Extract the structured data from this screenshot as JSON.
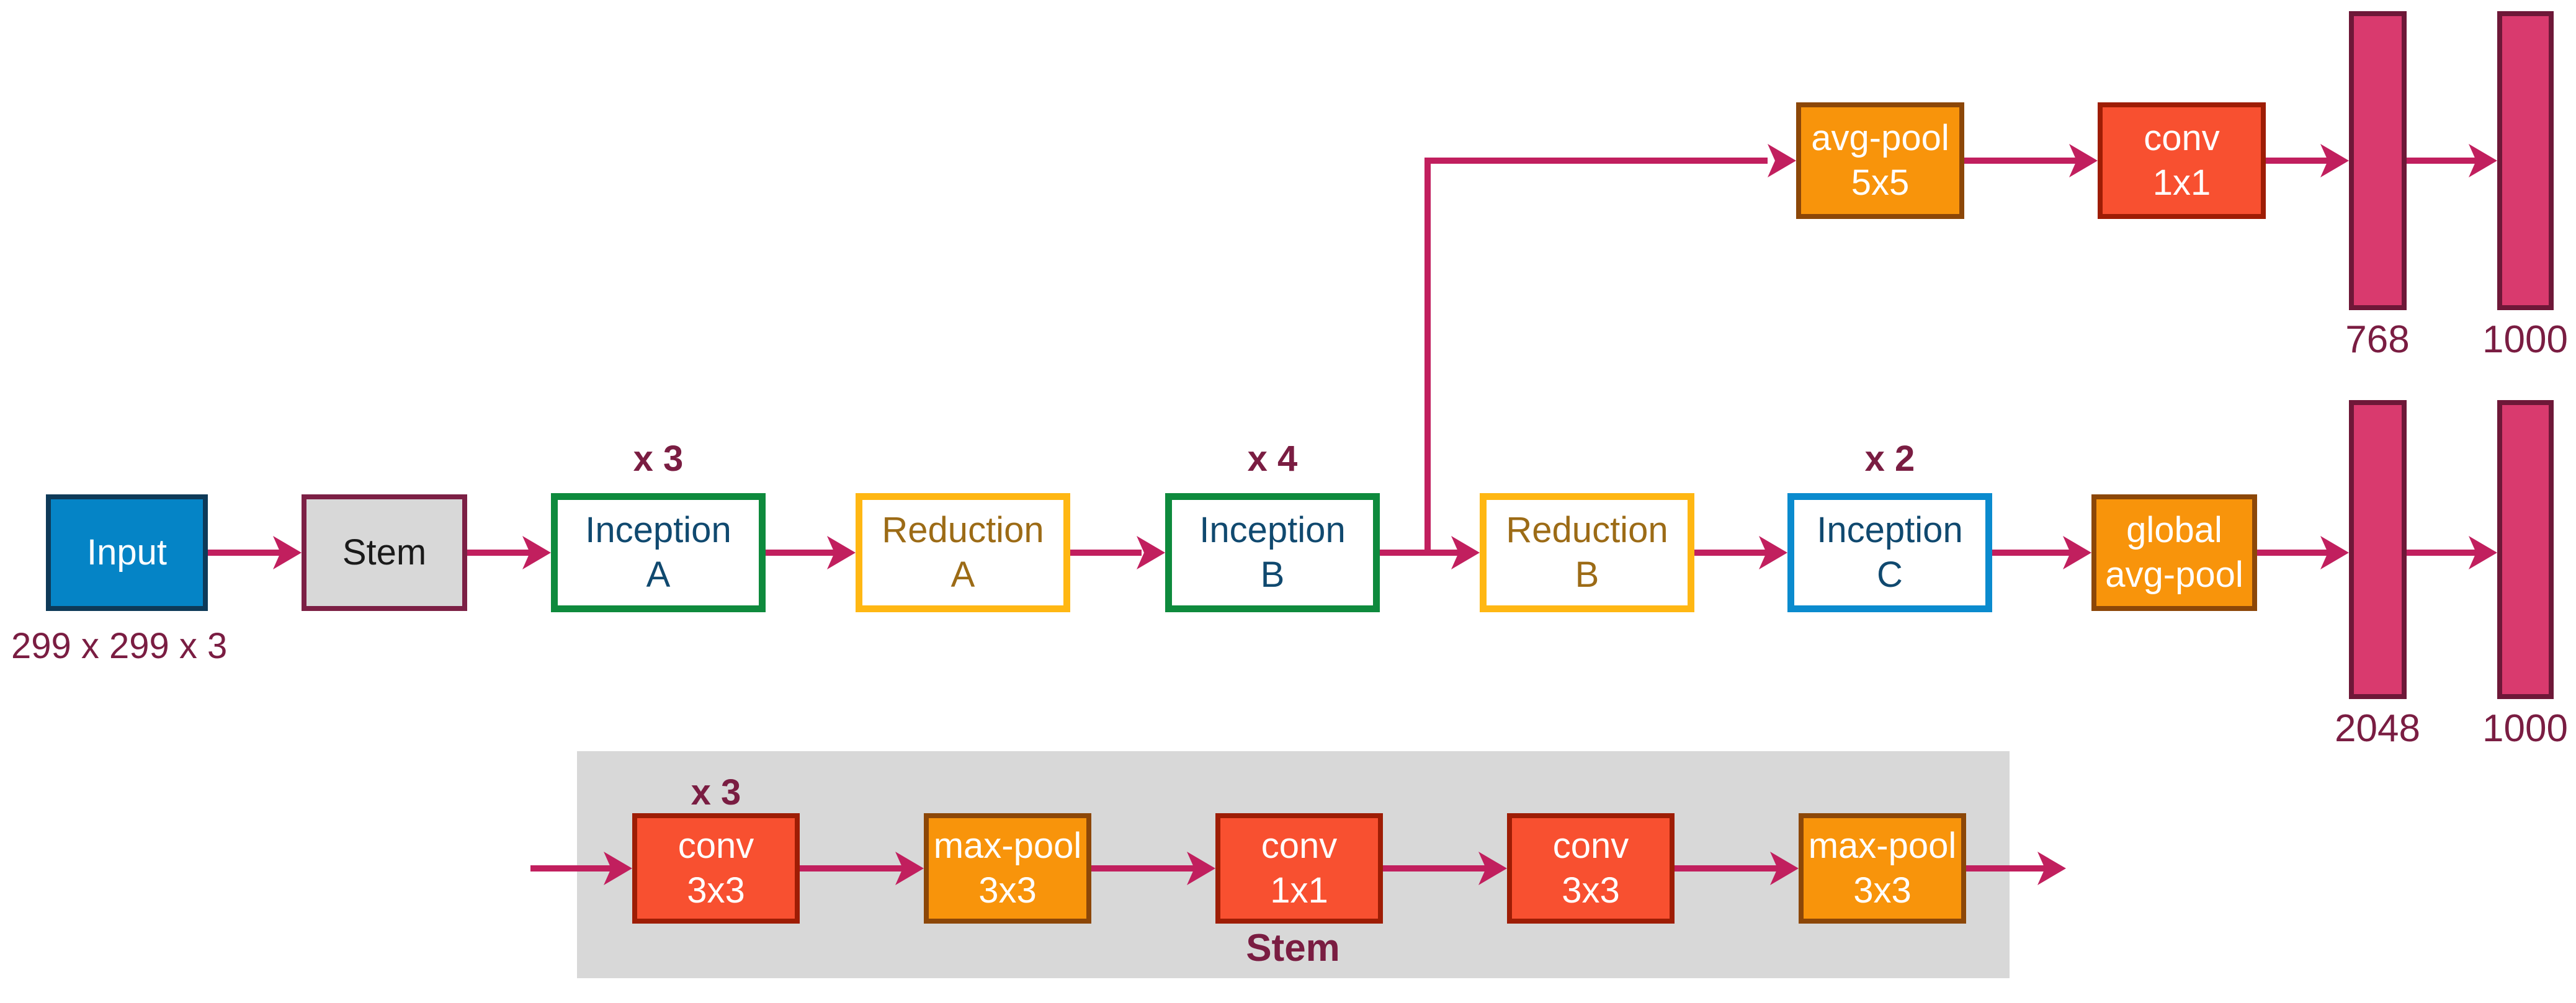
{
  "colors": {
    "arrow": "#c11f5e",
    "annotation_text": "#7a1d42",
    "input_fill": "#0584c6",
    "input_border": "#0e3a58",
    "stem_fill": "#d8d8d8",
    "stem_border": "#7c2045",
    "inception_ab_border": "#0e8a3d",
    "inception_c_border": "#0b8bce",
    "inception_text": "#10496f",
    "reduction_border": "#ffb713",
    "reduction_text": "#9c6b16",
    "pool_fill": "#f8940b",
    "pool_border": "#8c4708",
    "conv_fill": "#f85030",
    "conv_border": "#9e1d05",
    "fc_bar_fill": "#d93a6e",
    "fc_bar_border": "#6e1838",
    "stem_panel_fill": "#d8d8d8"
  },
  "input": {
    "label": "Input",
    "dims": "299 x 299 x 3"
  },
  "main_row": {
    "stem": {
      "label": "Stem"
    },
    "inception_a": {
      "line1": "Inception",
      "line2": "A",
      "repeat": "x 3"
    },
    "reduction_a": {
      "line1": "Reduction",
      "line2": "A"
    },
    "inception_b": {
      "line1": "Inception",
      "line2": "B",
      "repeat": "x 4"
    },
    "reduction_b": {
      "line1": "Reduction",
      "line2": "B"
    },
    "inception_c": {
      "line1": "Inception",
      "line2": "C",
      "repeat": "x 2"
    },
    "global_avg_pool": {
      "line1": "global",
      "line2": "avg-pool"
    },
    "fc_2048": "2048",
    "fc_1000": "1000"
  },
  "aux_row": {
    "avg_pool": {
      "line1": "avg-pool",
      "line2": "5x5"
    },
    "conv": {
      "line1": "conv",
      "line2": "1x1"
    },
    "fc_768": "768",
    "fc_1000": "1000"
  },
  "stem_detail": {
    "repeat": "x 3",
    "caption": "Stem",
    "conv1": {
      "line1": "conv",
      "line2": "3x3"
    },
    "maxpool1": {
      "line1": "max-pool",
      "line2": "3x3"
    },
    "conv2": {
      "line1": "conv",
      "line2": "1x1"
    },
    "conv3": {
      "line1": "conv",
      "line2": "3x3"
    },
    "maxpool2": {
      "line1": "max-pool",
      "line2": "3x3"
    }
  }
}
